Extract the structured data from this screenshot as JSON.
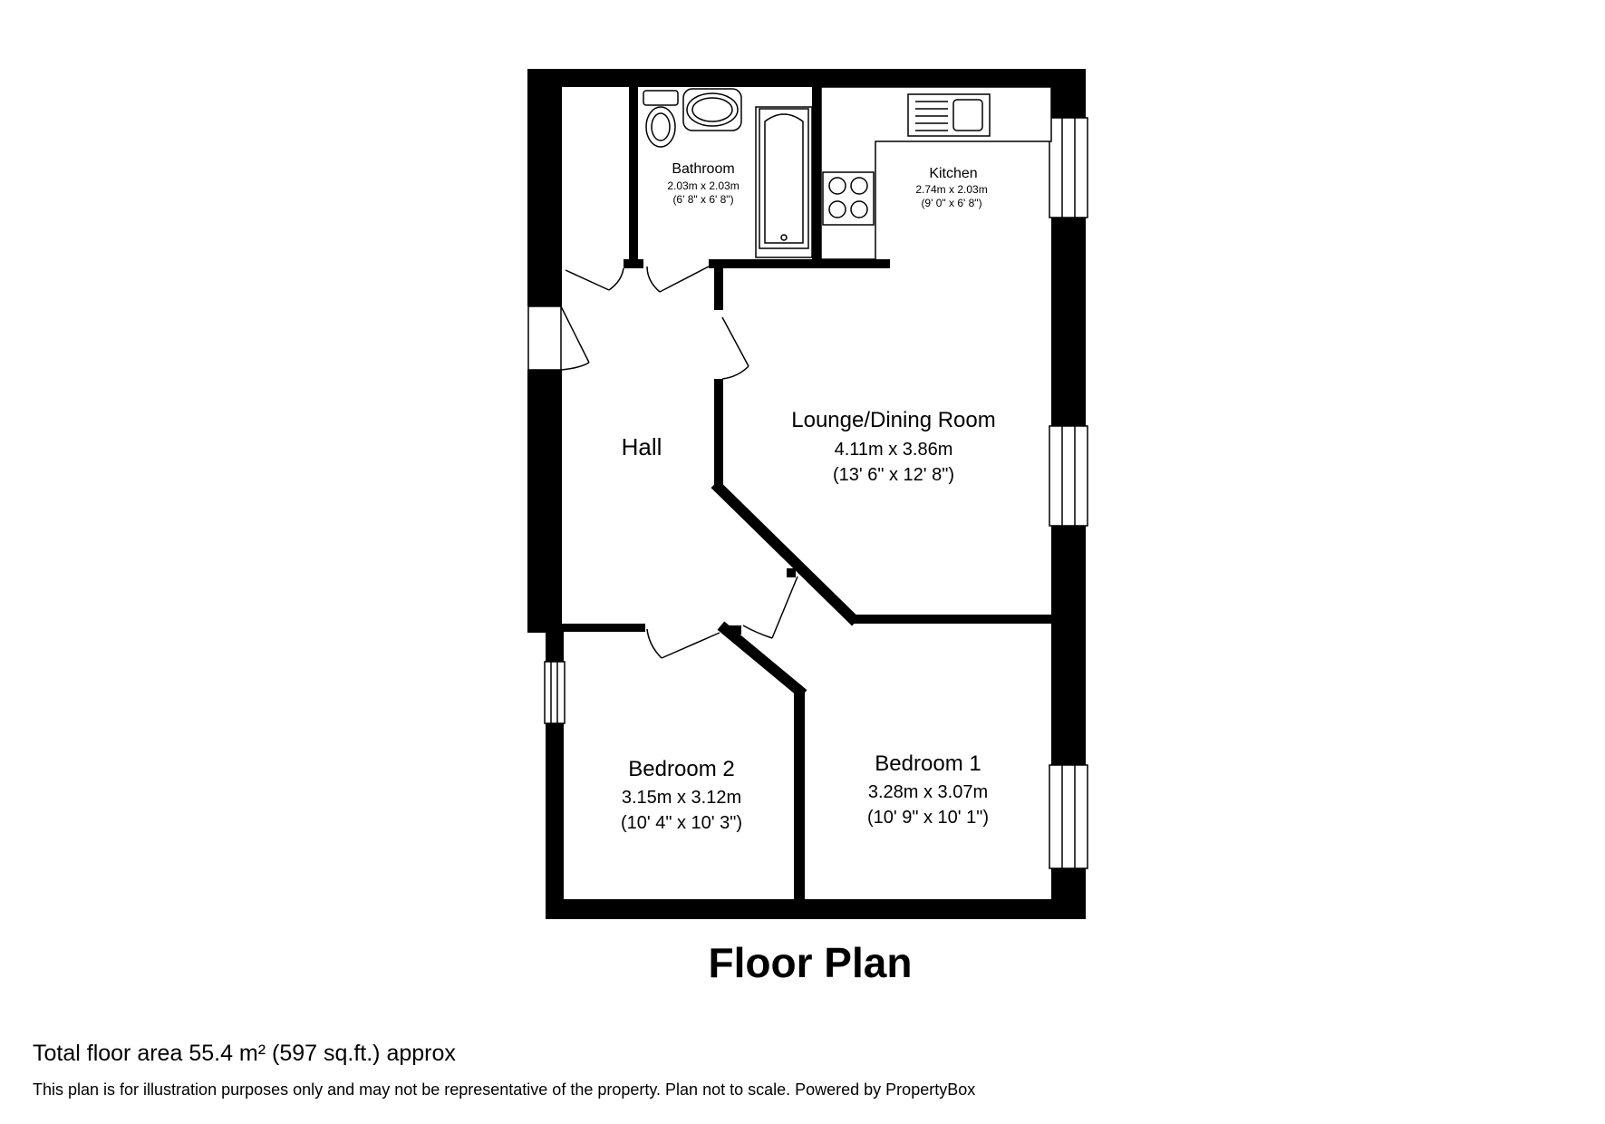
{
  "title": "Floor Plan",
  "rooms": {
    "bathroom": {
      "name": "Bathroom",
      "metric": "2.03m x 2.03m",
      "imperial": "(6' 8\" x 6' 8\")"
    },
    "kitchen": {
      "name": "Kitchen",
      "metric": "2.74m x 2.03m",
      "imperial": "(9' 0\" x 6' 8\")"
    },
    "lounge": {
      "name": "Lounge/Dining Room",
      "metric": "4.11m x 3.86m",
      "imperial": "(13' 6\" x 12' 8\")"
    },
    "hall": {
      "name": "Hall"
    },
    "bedroom2": {
      "name": "Bedroom 2",
      "metric": "3.15m x 3.12m",
      "imperial": "(10' 4\" x 10' 3\")"
    },
    "bedroom1": {
      "name": "Bedroom 1",
      "metric": "3.28m x 3.07m",
      "imperial": "(10' 9\" x 10' 1\")"
    }
  },
  "footer": {
    "total_area": "Total floor area 55.4 m² (597 sq.ft.) approx",
    "disclaimer": "This plan is for illustration purposes only and may not be representative of the property. Plan not to scale. Powered by PropertyBox"
  },
  "colors": {
    "wall": "#000000",
    "background": "#ffffff"
  }
}
